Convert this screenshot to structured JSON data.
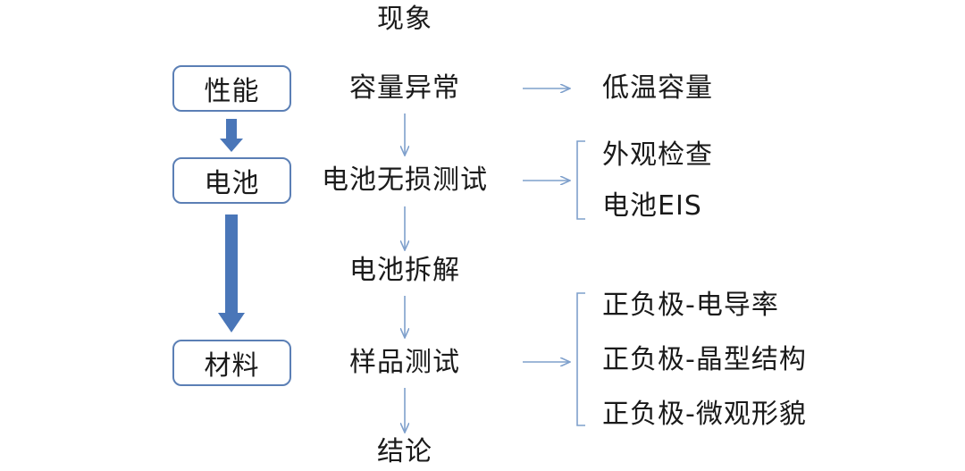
{
  "header": "现象",
  "levels": [
    {
      "label": "性能"
    },
    {
      "label": "电池"
    },
    {
      "label": "材料"
    }
  ],
  "steps": [
    "容量异常",
    "电池无损测试",
    "电池拆解",
    "样品测试",
    "结论"
  ],
  "results": {
    "capacity": [
      "低温容量"
    ],
    "nondestructive": [
      "外观检查",
      "电池EIS"
    ],
    "sample": [
      "正负极-电导率",
      "正负极-晶型结构",
      "正负极-微观形貌"
    ]
  },
  "colors": {
    "box_border": "#5b7fb5",
    "block_arrow": "#4a76b8",
    "thin_arrow": "#7fa0cc",
    "text": "#1a1a1a"
  }
}
